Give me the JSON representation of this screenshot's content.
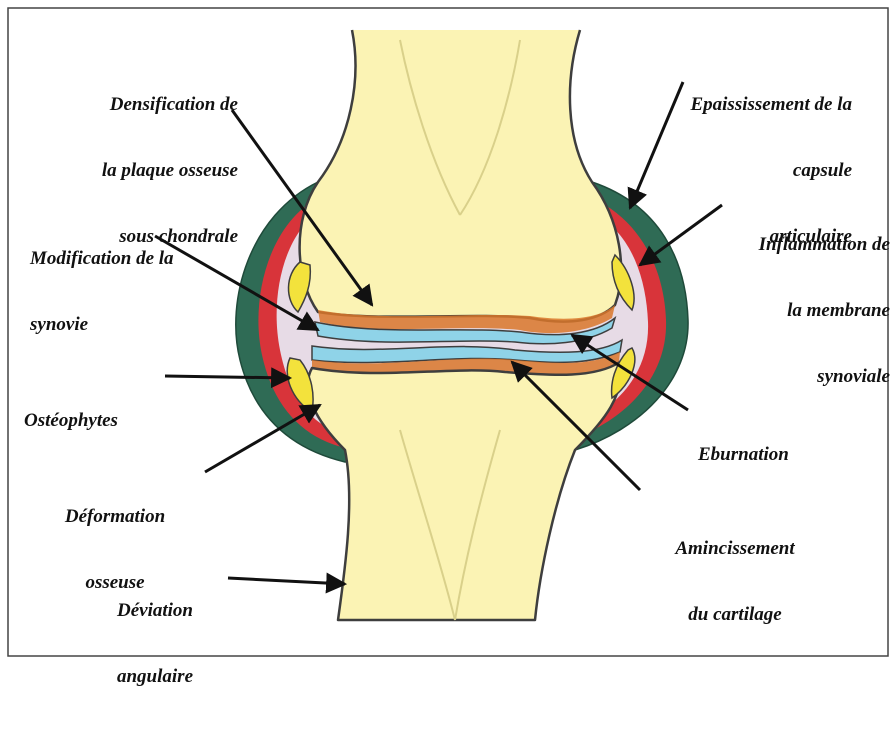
{
  "colors": {
    "bone": "#fbf3b4",
    "bone_light": "#fdf9d6",
    "outline": "#3e3e3e",
    "capsule": "#2f6b55",
    "synovial_membrane": "#d8343a",
    "osteophyte": "#f3e23c",
    "cartilage": "#8fd3e8",
    "synovial_fluid": "#e7dbe6",
    "subchondral": "#d9772a",
    "arrow": "#111111"
  },
  "labels": {
    "densification": [
      "Densification de",
      "la plaque osseuse",
      "sous chondrale"
    ],
    "epaississement": [
      "Epaississement de la",
      "capsule",
      "articulaire"
    ],
    "modification": [
      "Modification de la",
      "synovie"
    ],
    "inflammation": [
      "Inflammation de",
      "la membrane",
      "synoviale"
    ],
    "osteophytes": [
      "Ostéophytes"
    ],
    "eburnation": [
      "Eburnation"
    ],
    "deformation": [
      "Déformation",
      "osseuse"
    ],
    "amincissement": [
      "Amincissement",
      "du cartilage"
    ],
    "deviation": [
      "Déviation",
      "angulaire"
    ]
  },
  "icons": {
    "arrow": "arrow-icon",
    "knee": "knee-joint-illustration"
  }
}
